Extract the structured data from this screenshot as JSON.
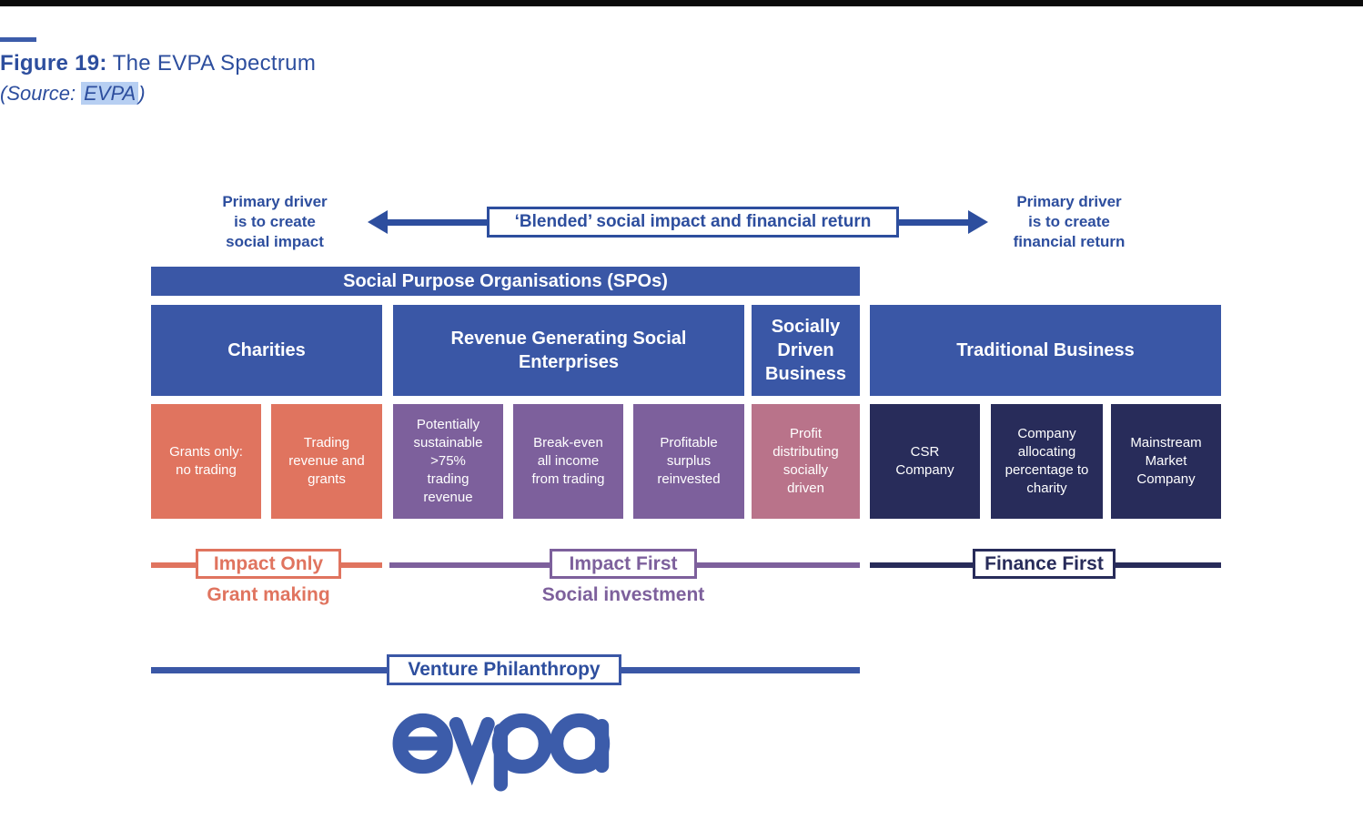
{
  "palette": {
    "blue": "#3a57a6",
    "text_blue": "#2d4e9e",
    "navy": "#282c5a",
    "orange": "#e0745f",
    "purple": "#7d609c",
    "rose": "#b9738a",
    "highlight": "#b7cff2",
    "logo_blue": "#3c5caa"
  },
  "header": {
    "figure_label": "Figure 19:",
    "figure_title": "The EVPA Spectrum",
    "source_prefix": "(Source:",
    "source_name": "EVPA",
    "source_suffix": ")"
  },
  "drivers": {
    "left": "Primary driver\nis to create\nsocial impact",
    "center": "‘Blended’ social impact and financial return",
    "right": "Primary driver\nis to create\nfinancial return"
  },
  "spo_bar": "Social Purpose Organisations (SPOs)",
  "categories": [
    {
      "label": "Charities"
    },
    {
      "label": "Revenue Generating Social\nEnterprises"
    },
    {
      "label": "Socially\nDriven\nBusiness"
    },
    {
      "label": "Traditional Business"
    }
  ],
  "cells": [
    {
      "label": "Grants only:\nno trading",
      "color": "orange"
    },
    {
      "label": "Trading\nrevenue and\ngrants",
      "color": "orange"
    },
    {
      "label": "Potentially\nsustainable\n>75%\ntrading\nrevenue",
      "color": "purple"
    },
    {
      "label": "Break-even\nall income\nfrom trading",
      "color": "purple"
    },
    {
      "label": "Profitable\nsurplus\nreinvested",
      "color": "purple"
    },
    {
      "label": "Profit\ndistributing\nsocially\ndriven",
      "color": "rose"
    },
    {
      "label": "CSR\nCompany",
      "color": "navy"
    },
    {
      "label": "Company\nallocating\npercentage to\ncharity",
      "color": "navy"
    },
    {
      "label": "Mainstream\nMarket\nCompany",
      "color": "navy"
    }
  ],
  "bands": [
    {
      "label": "Impact Only",
      "sub": "Grant making",
      "color": "orange"
    },
    {
      "label": "Impact First",
      "sub": "Social investment",
      "color": "purple"
    },
    {
      "label": "Finance First",
      "sub": "",
      "color": "navy"
    }
  ],
  "venture_philanthropy": "Venture Philanthropy",
  "logo_text": "evpa"
}
